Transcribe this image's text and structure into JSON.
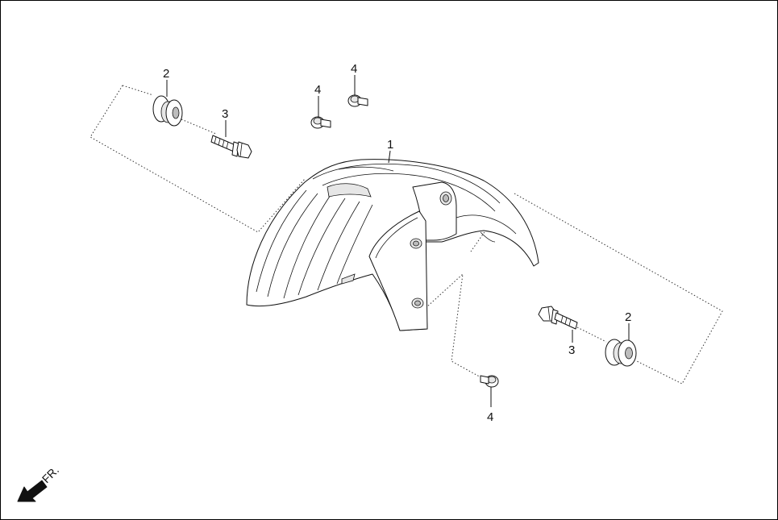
{
  "callouts": {
    "fender": "1",
    "grommet_left": "2",
    "grommet_right": "2",
    "bolt_left": "3",
    "bolt_right": "3",
    "screw_top_left": "4",
    "screw_top_right": "4",
    "screw_bottom": "4"
  },
  "direction_indicator": {
    "label": "FR.",
    "icon": "arrow-down-left-icon"
  },
  "colors": {
    "line": "#111111",
    "background": "#ffffff"
  }
}
